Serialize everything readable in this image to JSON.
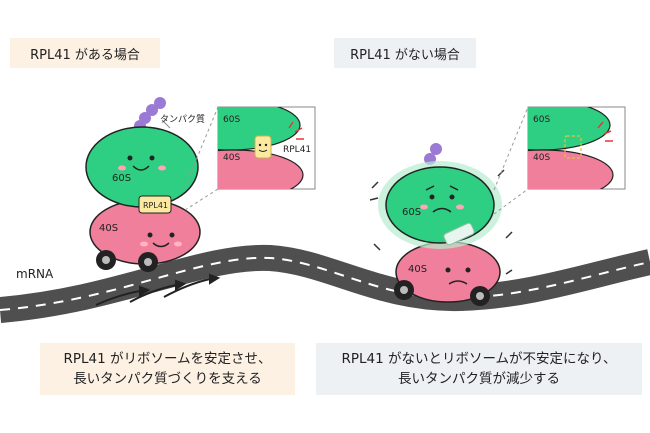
{
  "left_panel": {
    "title": "RPL41 がある場合",
    "protein_label": "タンパク質",
    "subunit_large": "60S",
    "subunit_small": "40S",
    "rpl41_tag": "RPL41",
    "inset": {
      "subunit_large": "60S",
      "subunit_small": "40S",
      "rpl41_label": "RPL41"
    },
    "caption_line1": "RPL41 がリボソームを安定させ、",
    "caption_line2": "長いタンパク質づくりを支える"
  },
  "right_panel": {
    "title": "RPL41 がない場合",
    "subunit_large": "60S",
    "subunit_small": "40S",
    "inset": {
      "subunit_large": "60S",
      "subunit_small": "40S"
    },
    "caption_line1": "RPL41 がないとリボソームが不安定になり、",
    "caption_line2": "長いタンパク質が減少する"
  },
  "mrna_label": "mRNA",
  "colors": {
    "green": "#2fcf83",
    "pink": "#ef7f9b",
    "road": "#555555",
    "rpl41_yellow": "#fbe9a0",
    "protein_purple": "#9b7ad6",
    "left_bg": "#fdf1e4",
    "right_bg": "#eef1f4"
  }
}
